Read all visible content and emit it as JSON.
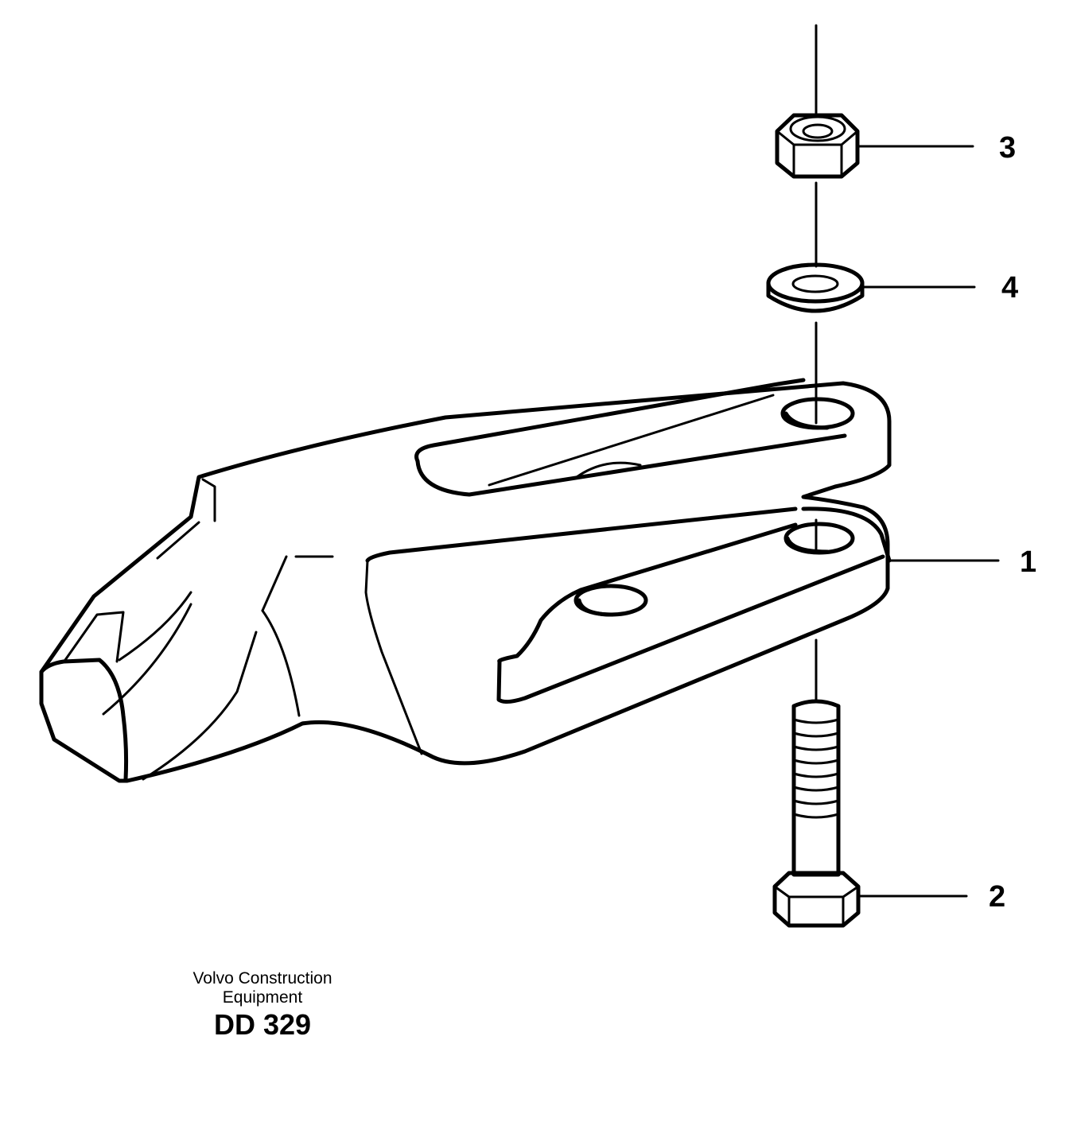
{
  "diagram": {
    "callouts": [
      {
        "label": "1",
        "part": "tooth adapter"
      },
      {
        "label": "2",
        "part": "bolt"
      },
      {
        "label": "3",
        "part": "nut"
      },
      {
        "label": "4",
        "part": "washer"
      }
    ],
    "caption": {
      "line1": "Volvo Construction",
      "line2": "Equipment",
      "code": "DD 329"
    }
  }
}
